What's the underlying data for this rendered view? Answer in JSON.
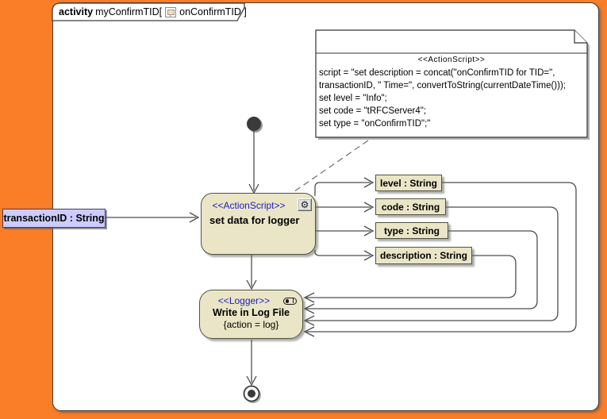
{
  "colors": {
    "canvas_orange": "#FA7D28",
    "node_fill": "#E9E5C6",
    "stereotype_blue": "#2121BD",
    "pin_fill": "#CCCCFF"
  },
  "frame": {
    "keyword": "activity",
    "name": "myConfirmTID[",
    "diagram_name": "onConfirmTID ]"
  },
  "note": {
    "stereotype": "<<ActionScript>>",
    "lines": [
      "script = \"set description = concat(\"onConfirmTID for TID=\",",
      "transactionID, \" Time=\", convertToString(currentDateTime()));",
      "set level = \"Info\";",
      "set code = \"tRFCServer4\";",
      "set type = \"onConfirmTID\";\""
    ]
  },
  "action_node": {
    "stereotype": "<<ActionScript>>",
    "label": "set data for logger"
  },
  "logger_node": {
    "stereotype": "<<Logger>>",
    "label": "Write in Log File",
    "constraint": "{action = log}"
  },
  "input_pin": {
    "label": "transactionID : String"
  },
  "object_nodes": [
    {
      "label": "level : String"
    },
    {
      "label": "code : String"
    },
    {
      "label": "type : String"
    },
    {
      "label": "description : String"
    }
  ]
}
